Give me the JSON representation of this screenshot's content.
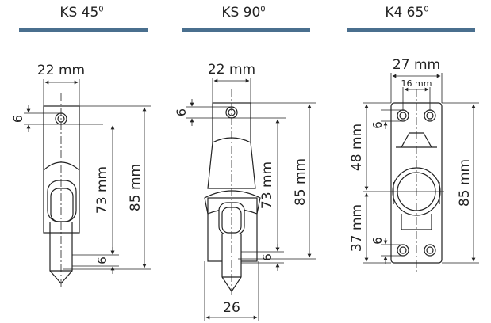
{
  "headings": [
    {
      "base": "KS 45",
      "sup": "0"
    },
    {
      "base": "KS 90",
      "sup": "0"
    },
    {
      "base": "K4 65",
      "sup": "0"
    }
  ],
  "colors": {
    "heading_bar": "#4a6f8e",
    "line": "#222222"
  },
  "drawings": {
    "ks45": {
      "width": "22 mm",
      "hole": "6",
      "inner": "73 mm",
      "total": "85 mm",
      "tip": "6"
    },
    "ks90": {
      "width": "22 mm",
      "hole": "6",
      "inner": "73 mm",
      "total": "85 mm",
      "tip": "6",
      "base": "26"
    },
    "k465": {
      "width": "27 mm",
      "hole_spacing": "16 mm",
      "upper": "48 mm",
      "lower": "37 mm",
      "total": "85 mm",
      "hole_top": "6",
      "hole_bottom": "6"
    }
  }
}
